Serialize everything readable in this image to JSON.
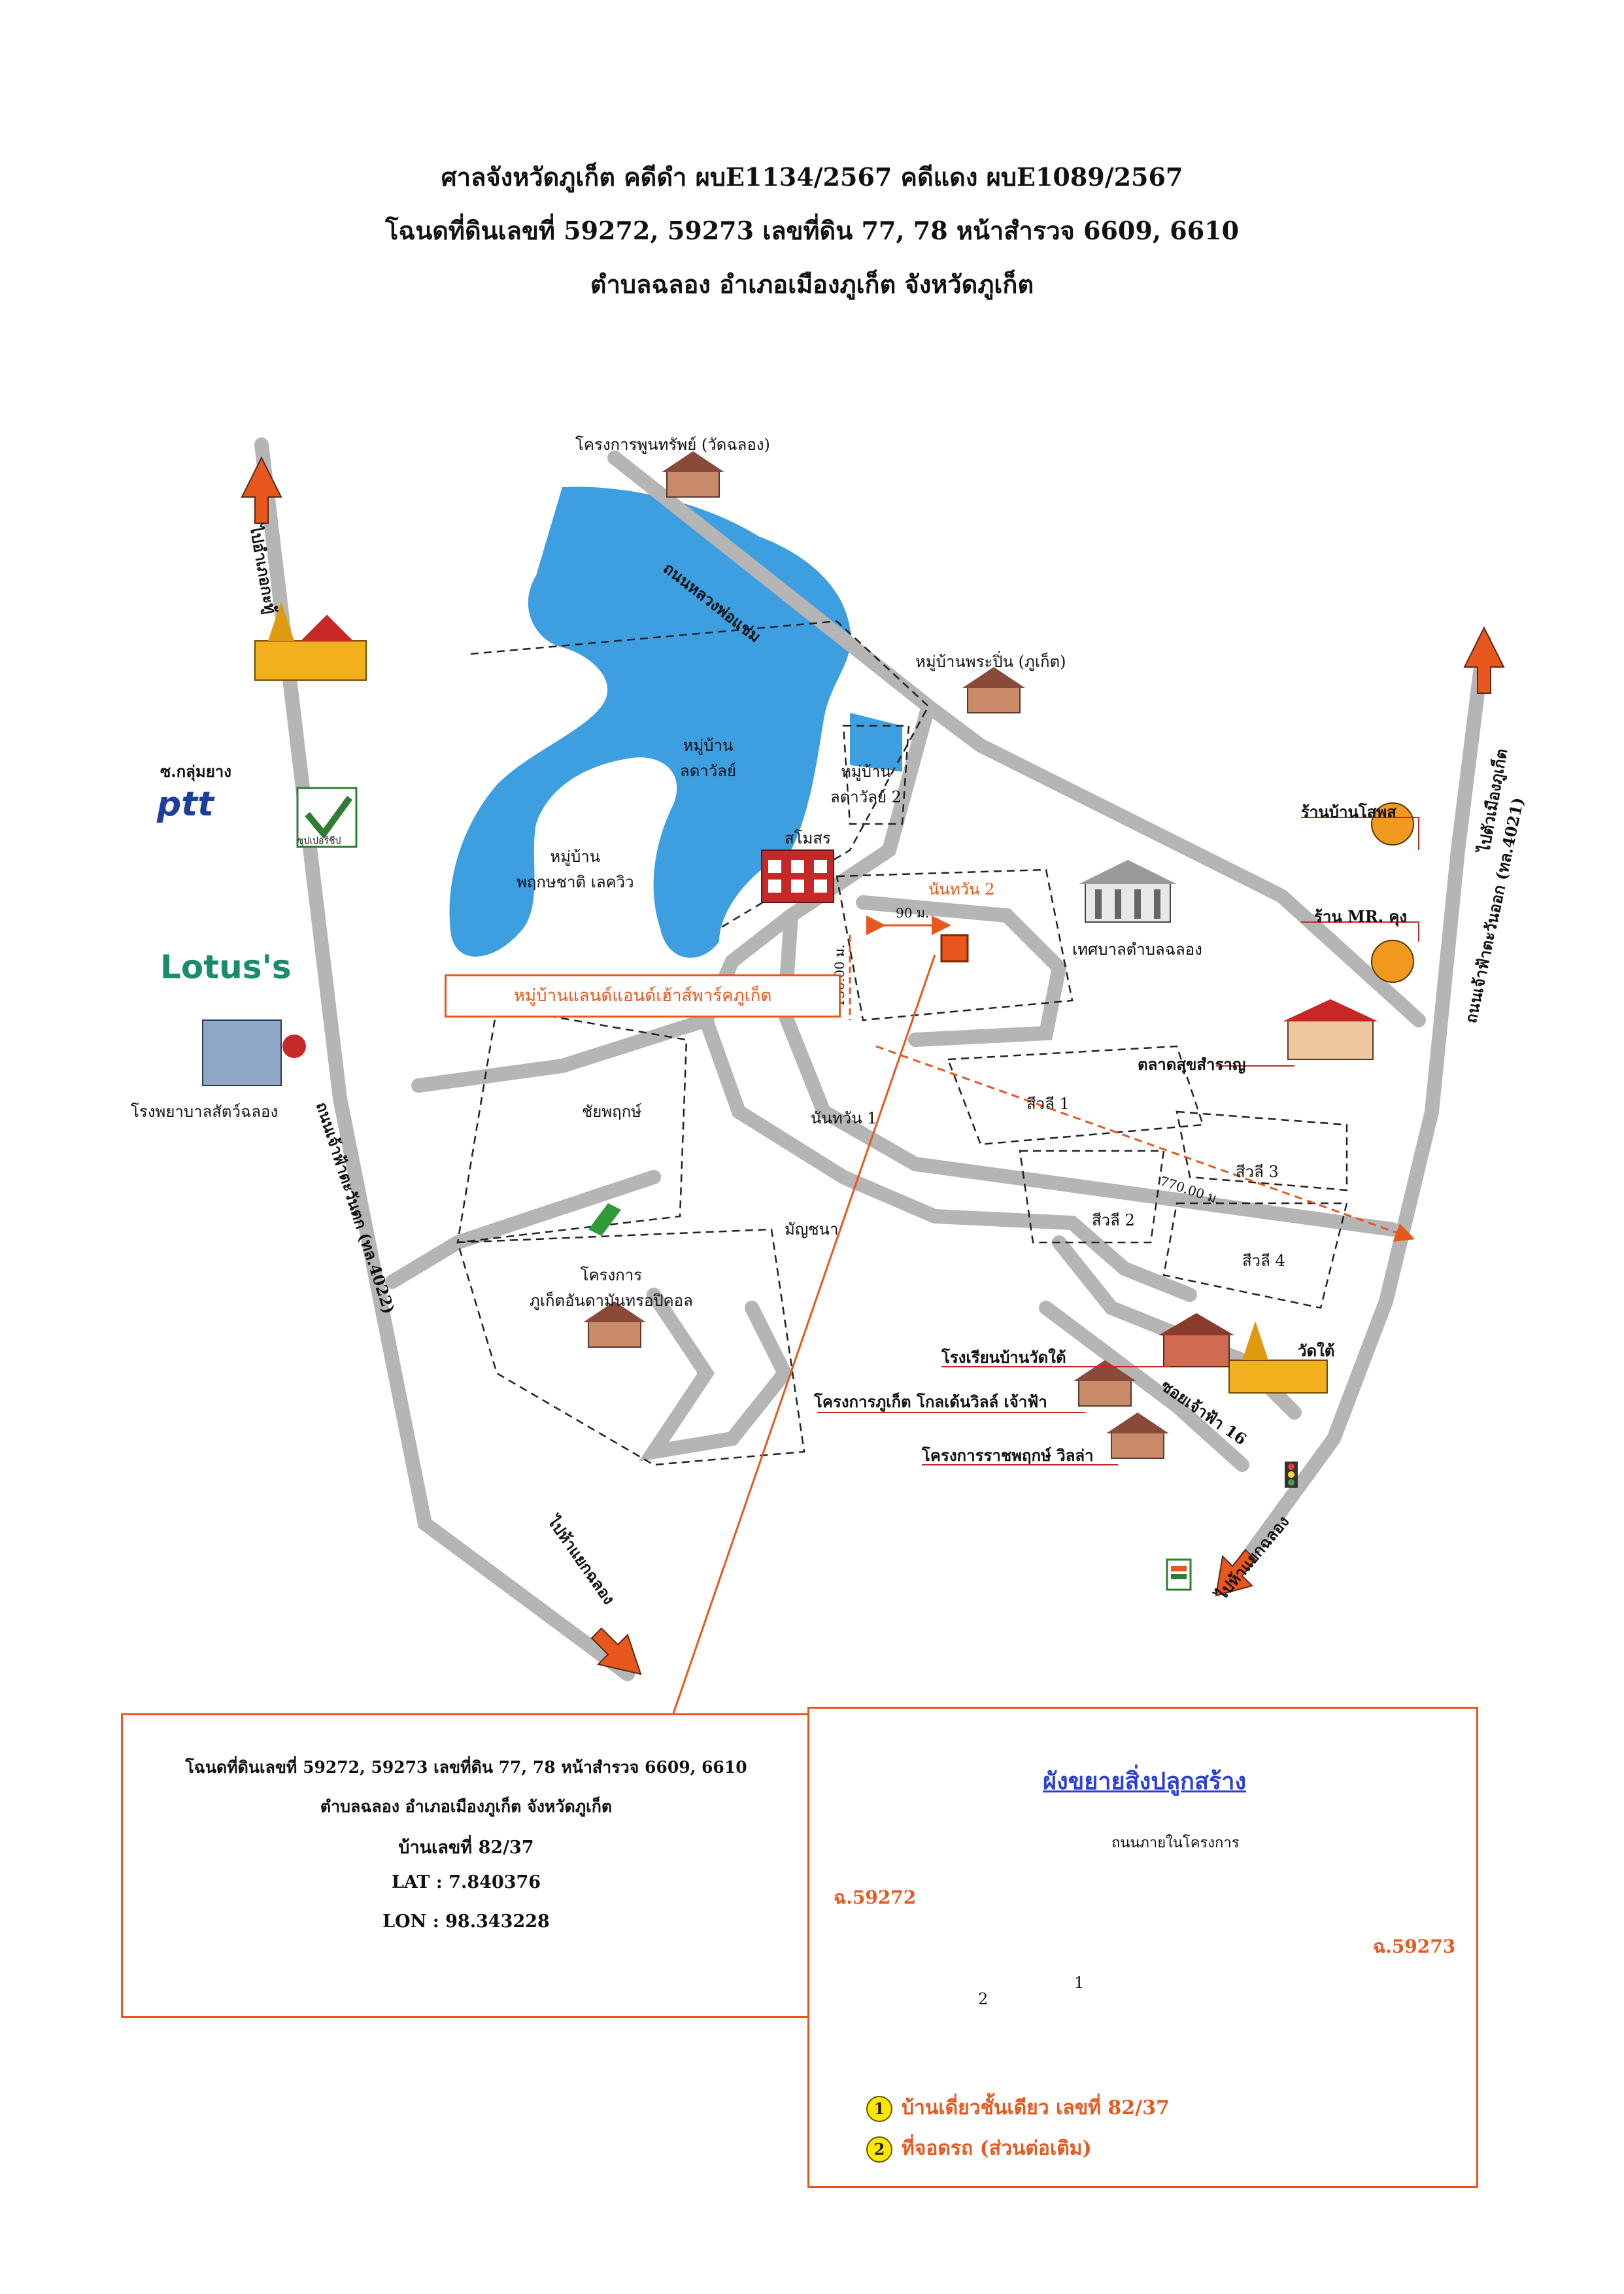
{
  "header": {
    "line1": "ศาลจังหวัดภูเก็ต  คดีดำ ผบE1134/2567 คดีแดง ผบE1089/2567",
    "line2": "โฉนดที่ดินเลขที่ 59272, 59273 เลขที่ดิน 77, 78 หน้าสำรวจ 6609, 6610",
    "line3": "ตำบลฉลอง อำเภอเมืองภูเก็ต จังหวัดภูเก็ต"
  },
  "roads": {
    "luang_pho_chaem": "ถนนหลวงพ่อแช่ม",
    "chao_fa_west": "ถนนเจ้าฟ้าตะวันตก (ทล.4022)",
    "chao_fa_east": "ถนนเจ้าฟ้าตะวันออก (ทล.4021)",
    "soi_chao_fa_16": "ซอยเจ้าฟ้า 16",
    "to_kathu": "ไปอำเภอกะทู้",
    "to_mueang": "ไปตัวเมืองภูเก็ต",
    "to_chalong_west": "ไปห้าแยกฉลอง",
    "to_chalong_east": "ไปห้าแยกฉลอง"
  },
  "places": {
    "phunsap": "โครงการพูนทรัพย์ (วัดฉลอง)",
    "phra_pin": "หมู่บ้านพระปิ่น (ภูเก็ต)",
    "ladawan": "หมู่บ้าน\nลดาวัลย์",
    "ladawan2": "หมู่บ้าน\nลดาวัลย์ 2",
    "phruksachat": "หมู่บ้าน\nพฤกษชาติ เลควิว",
    "pond": "สโมสร",
    "nantawan2": "นันทวัน 2",
    "nantawan1": "นันทวัน 1",
    "chaiphruk": "ชัยพฤกษ์",
    "manchana": "มัญชนา",
    "siwali1": "สีวลี 1",
    "siwali2": "สีวลี 2",
    "siwali3": "สีวลี 3",
    "siwali4": "สีวลี 4",
    "municipality": "เทศบาลตำบลฉลอง",
    "market": "ตลาดสุขสำราญ",
    "rest1": "ร้านบ้านโสพส",
    "rest2": "ร้าน MR. คุง",
    "ptt_label": "ซ.กลุ่มยาง",
    "ptt_logo": "ptt",
    "supercheap": "ซุปเปอร์ชีป",
    "lotus": "Lotus's",
    "vet": "โรงพยาบาลสัตว์ฉลอง",
    "andaman": "โครงการ\nภูเก็ตอันดามันทรอปิคอล",
    "school": "โรงเรียนบ้านวัดใต้",
    "wat_tai": "วัดใต้",
    "golden": "โครงการภูเก็ต โกลเด้นวิลล์ เจ้าฟ้า",
    "ratchaphruek": "โครงการราชพฤกษ์ วิลล่า",
    "subject_village": "หมู่บ้านแลนด์แอนด์เฮ้าส์พาร์คภูเก็ต"
  },
  "distances": {
    "d90": "90 ม.",
    "d150": "150.00 ม.",
    "d770": "770.00 ม."
  },
  "info_box": {
    "line1": "โฉนดที่ดินเลขที่ 59272, 59273 เลขที่ดิน 77, 78 หน้าสำรวจ 6609, 6610",
    "line2": "ตำบลฉลอง อำเภอเมืองภูเก็ต จังหวัดภูเก็ต",
    "line3": "บ้านเลขที่ 82/37",
    "lat": "LAT : 7.840376",
    "lon": "LON : 98.343228"
  },
  "plan": {
    "title": "ผังขยายสิ่งปลูกสร้าง",
    "road": "ถนนภายในโครงการ",
    "deed_left": "ฉ.59272",
    "deed_right": "ฉ.59273",
    "marker1": "1",
    "marker2": "2",
    "legend1": "บ้านเดี่ยวชั้นเดียว เลขที่ 82/37",
    "legend2": "ที่จอดรถ (ส่วนต่อเติม)"
  },
  "colors": {
    "lake": "#3d9ee0",
    "road": "#b5b5b5",
    "accent": "#e8571d",
    "plot": "#7ac943",
    "building": "#2b3fd6"
  }
}
